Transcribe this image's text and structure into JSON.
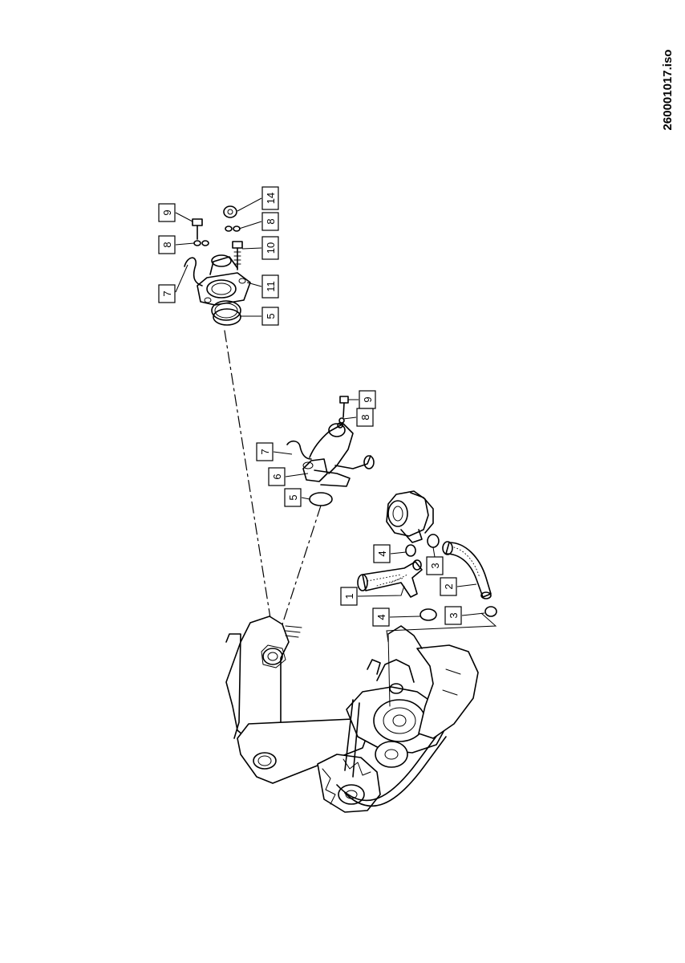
{
  "document": {
    "image_id": "260001017.iso"
  },
  "callouts": [
    {
      "label": "9"
    },
    {
      "label": "8"
    },
    {
      "label": "7"
    },
    {
      "label": "14"
    },
    {
      "label": "8"
    },
    {
      "label": "10"
    },
    {
      "label": "11"
    },
    {
      "label": "5"
    },
    {
      "label": "9"
    },
    {
      "label": "8"
    },
    {
      "label": "7"
    },
    {
      "label": "6"
    },
    {
      "label": "5"
    },
    {
      "label": "4"
    },
    {
      "label": "3"
    },
    {
      "label": "1"
    },
    {
      "label": "2"
    },
    {
      "label": "4"
    },
    {
      "label": "3"
    }
  ]
}
